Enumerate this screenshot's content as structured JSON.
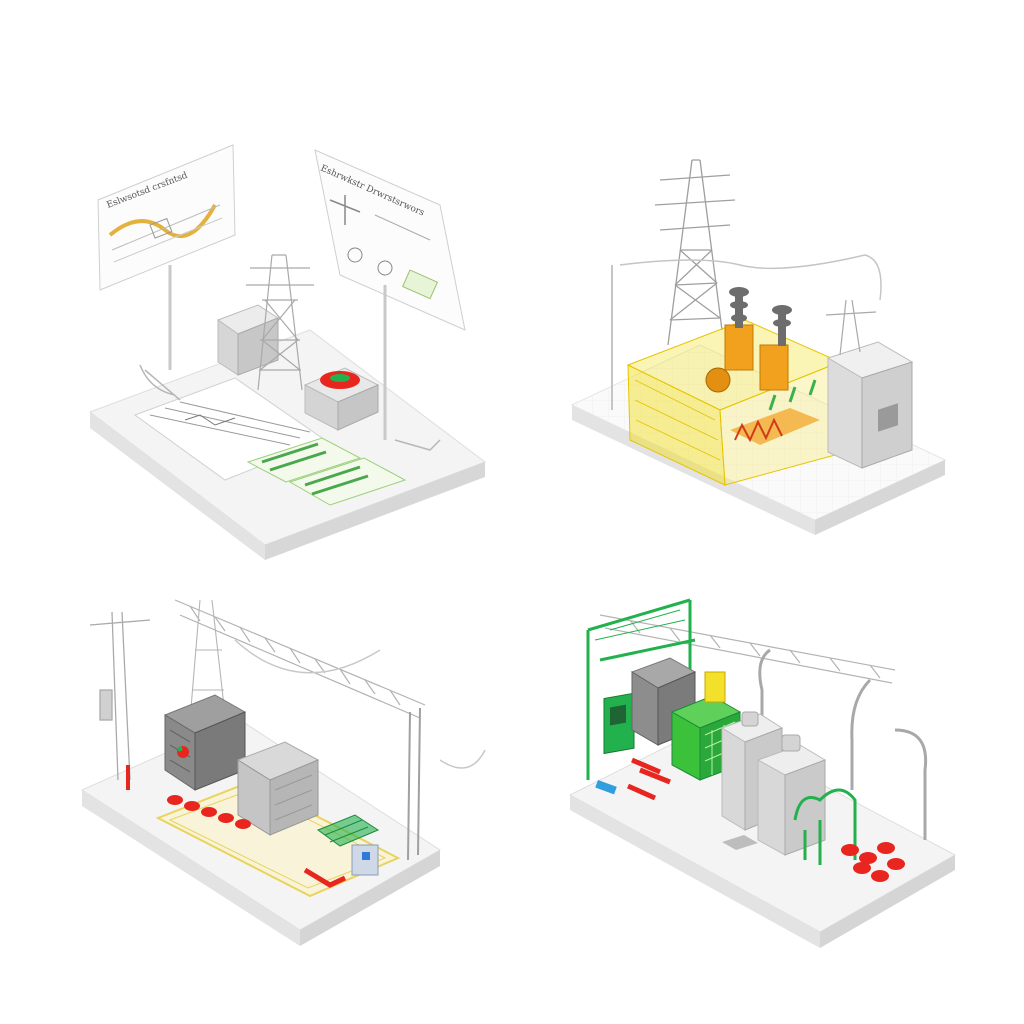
{
  "scenes": [
    {
      "id": "tl",
      "kind": "substation-with-drawings",
      "panel_left_title": "Eslwsotsd crsfntsd",
      "panel_right_title": "Eshrwkstr Drwrstsrwors"
    },
    {
      "id": "tr",
      "kind": "substation-yellow-enclosure"
    },
    {
      "id": "bl",
      "kind": "substation-transformer-gantry"
    },
    {
      "id": "br",
      "kind": "substation-green-frame"
    }
  ],
  "colors": {
    "base": "#f2f2f2",
    "base_edge": "#dcdcdc",
    "line": "#b9b9b9",
    "yellow": "#f2e02a",
    "orange": "#f2a11e",
    "green": "#22b14c",
    "red": "#e8261f",
    "grey": "#b5b5b5",
    "blue": "#2f9fe0"
  },
  "icons": [
    "lattice-tower-icon",
    "transformer-icon",
    "cabinet-icon",
    "insulator-icon",
    "breaker-icon"
  ]
}
